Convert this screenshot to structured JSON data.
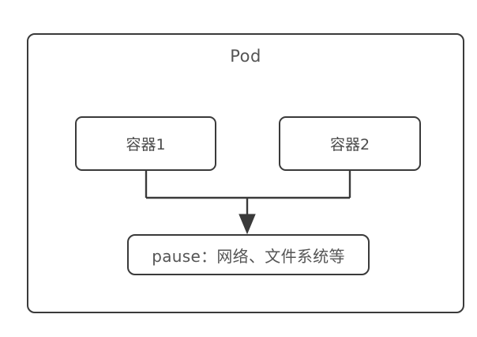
{
  "diagram": {
    "title": "Pod",
    "background_color": "#ffffff",
    "stroke_color": "#3a3a3a",
    "text_color": "#555555",
    "nodes": [
      {
        "id": "pod",
        "label": "Pod",
        "role": "outer-container",
        "shape": "rounded-rectangle"
      },
      {
        "id": "container-1",
        "label": "容器1",
        "role": "container",
        "shape": "rounded-rectangle"
      },
      {
        "id": "container-2",
        "label": "容器2",
        "role": "container",
        "shape": "rounded-rectangle"
      },
      {
        "id": "pause",
        "label": "pause：网络、文件系统等",
        "role": "infra-container",
        "shape": "rounded-rectangle"
      }
    ],
    "edges": [
      {
        "id": "edge-container1-to-pause",
        "from": "container-1",
        "to": "pause",
        "style": "orthogonal",
        "arrowhead": "filled-triangle"
      },
      {
        "id": "edge-container2-to-pause",
        "from": "container-2",
        "to": "pause",
        "style": "orthogonal",
        "arrowhead": "filled-triangle"
      }
    ]
  }
}
